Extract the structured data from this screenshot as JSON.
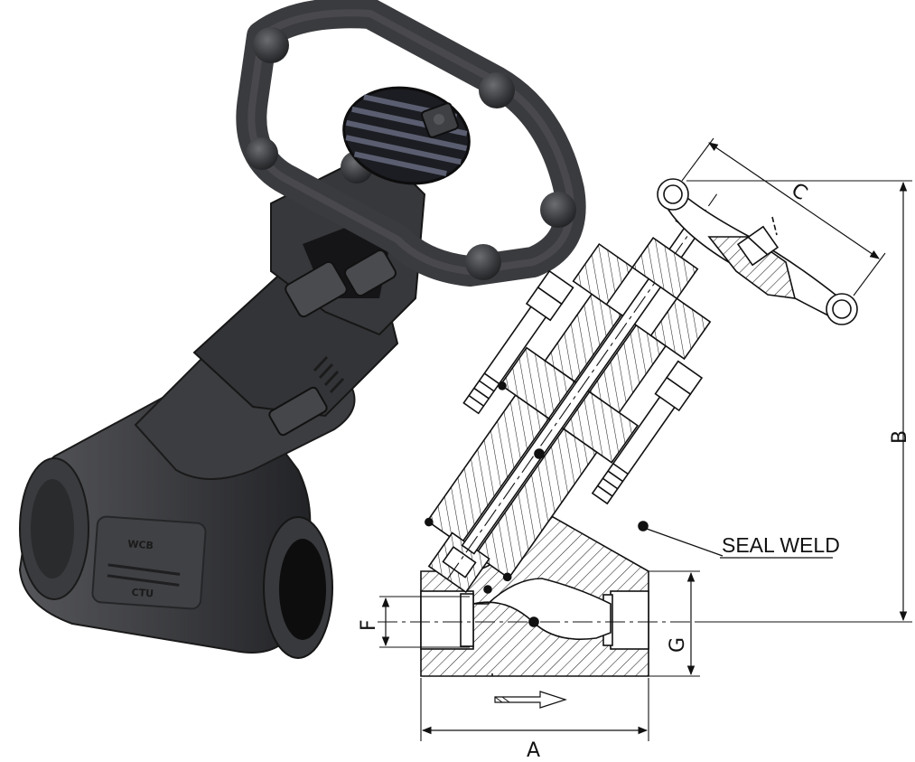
{
  "labels": {
    "dim_a": "A",
    "dim_b": "B",
    "dim_c": "C",
    "dim_f": "F",
    "dim_g": "G",
    "seal_weld": "SEAL WELD"
  },
  "photo": {
    "body_marking_top": "WCB",
    "body_marking_bottom": "CTU"
  },
  "colors": {
    "line": "#111111",
    "metal_dark": "#2e2f31",
    "metal_mid": "#4a4b4e",
    "metal_light": "#6c6d70",
    "background": "#ffffff"
  },
  "icons": {
    "flow_direction": "flow-arrow-icon"
  }
}
